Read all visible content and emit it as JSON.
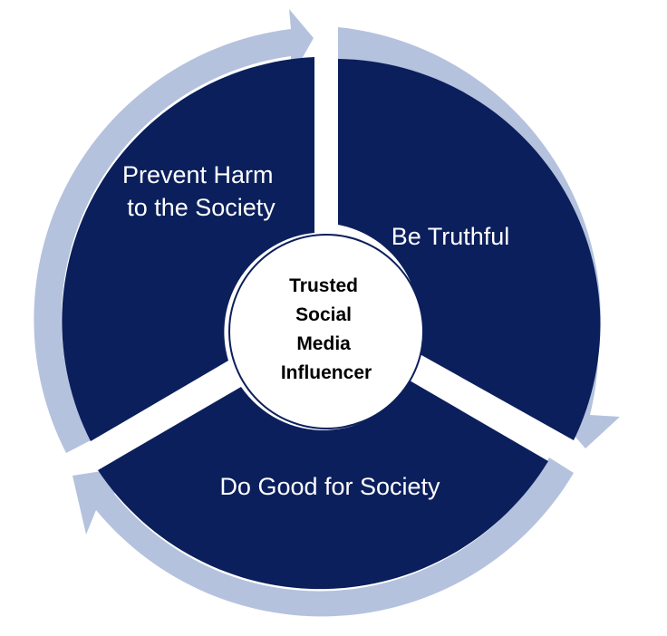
{
  "colors": {
    "segment_fill": "#0b1f5c",
    "arrow_ring": "#b4c2de",
    "center_fill": "#ffffff",
    "center_stroke": "#0b1f5c",
    "background": "#ffffff"
  },
  "center": {
    "lines": [
      "Trusted",
      "Social",
      "Media",
      "Influencer"
    ]
  },
  "segments": [
    {
      "lines": [
        "Be Truthful"
      ]
    },
    {
      "lines": [
        "Do Good for Society"
      ]
    },
    {
      "lines": [
        "Prevent Harm",
        "to the Society"
      ]
    }
  ]
}
